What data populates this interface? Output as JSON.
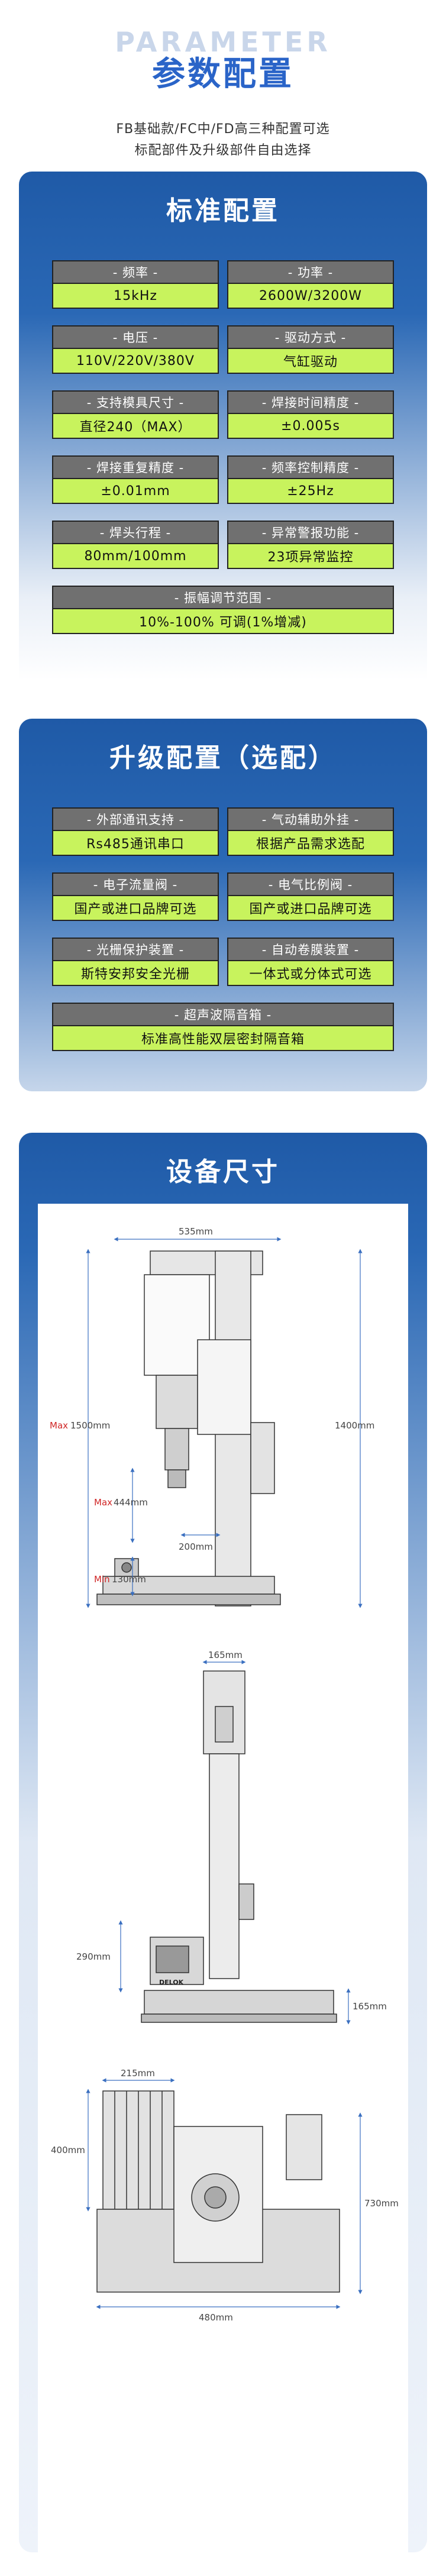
{
  "header": {
    "ghost_text": "PARAMETER",
    "title": "参数配置",
    "subtitle_line1": "FB基础款/FC中/FD高三种配置可选",
    "subtitle_line2": "标配部件及升级部件自由选择"
  },
  "standard": {
    "title": "标准配置",
    "items": [
      {
        "label": "- 频率 -",
        "value": "15kHz"
      },
      {
        "label": "- 功率 -",
        "value": "2600W/3200W"
      },
      {
        "label": "- 电压 -",
        "value": "110V/220V/380V"
      },
      {
        "label": "- 驱动方式 -",
        "value": "气缸驱动"
      },
      {
        "label": "- 支持模具尺寸 -",
        "value": "直径240（MAX）"
      },
      {
        "label": "- 焊接时间精度 -",
        "value": "±0.005s"
      },
      {
        "label": "- 焊接重复精度 -",
        "value": "±0.01mm"
      },
      {
        "label": "- 频率控制精度 -",
        "value": "±25Hz"
      },
      {
        "label": "- 焊头行程 -",
        "value": "80mm/100mm"
      },
      {
        "label": "- 异常警报功能 -",
        "value": "23项异常监控"
      },
      {
        "label": "- 振幅调节范围 -",
        "value": "10%-100% 可调(1%增减)"
      }
    ]
  },
  "upgrade": {
    "title": "升级配置（选配）",
    "items": [
      {
        "label": "- 外部通讯支持 -",
        "value": "Rs485通讯串口"
      },
      {
        "label": "- 气动辅助外挂 -",
        "value": "根据产品需求选配"
      },
      {
        "label": "- 电子流量阀 -",
        "value": "国产或进口品牌可选"
      },
      {
        "label": "- 电气比例阀 -",
        "value": "国产或进口品牌可选"
      },
      {
        "label": "- 光栅保护装置 -",
        "value": "斯特安邦安全光栅"
      },
      {
        "label": "- 自动卷膜装置 -",
        "value": "一体式或分体式可选"
      },
      {
        "label": "- 超声波隔音箱 -",
        "value": "标准高性能双层密封隔音箱"
      }
    ]
  },
  "dimensions": {
    "title": "设备尺寸",
    "front": {
      "width": "535mm",
      "max_height_prefix": "Max",
      "max_height": "1500mm",
      "height": "1400mm",
      "stroke_prefix": "Max",
      "stroke": "444mm",
      "depth": "200mm",
      "min_prefix": "Min",
      "min_height": "130mm"
    },
    "side": {
      "top_width": "165mm",
      "box_height": "290mm",
      "base_height": "165mm",
      "brand": "DELOK"
    },
    "top": {
      "width": "215mm",
      "left_height": "400mm",
      "right_height": "730mm",
      "base_width": "480mm"
    }
  },
  "colors": {
    "accent": "#2a64c8",
    "panel_blue": "#1f5aa7",
    "label_gray": "#707070",
    "value_green": "#c8f35d",
    "dim_red": "#d02525"
  }
}
